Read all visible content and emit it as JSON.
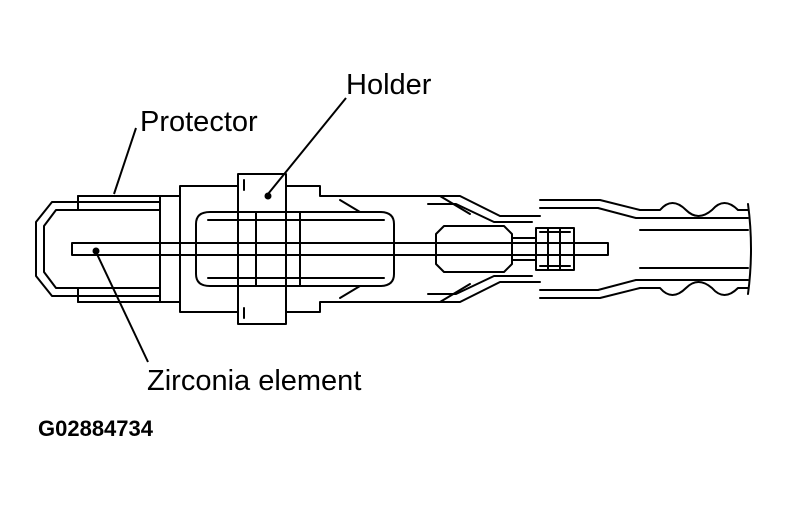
{
  "labels": {
    "holder": "Holder",
    "protector": "Protector",
    "zirconia_element": "Zirconia element"
  },
  "figure_id": "G02884734",
  "colors": {
    "line": "#000000",
    "background": "#ffffff"
  }
}
